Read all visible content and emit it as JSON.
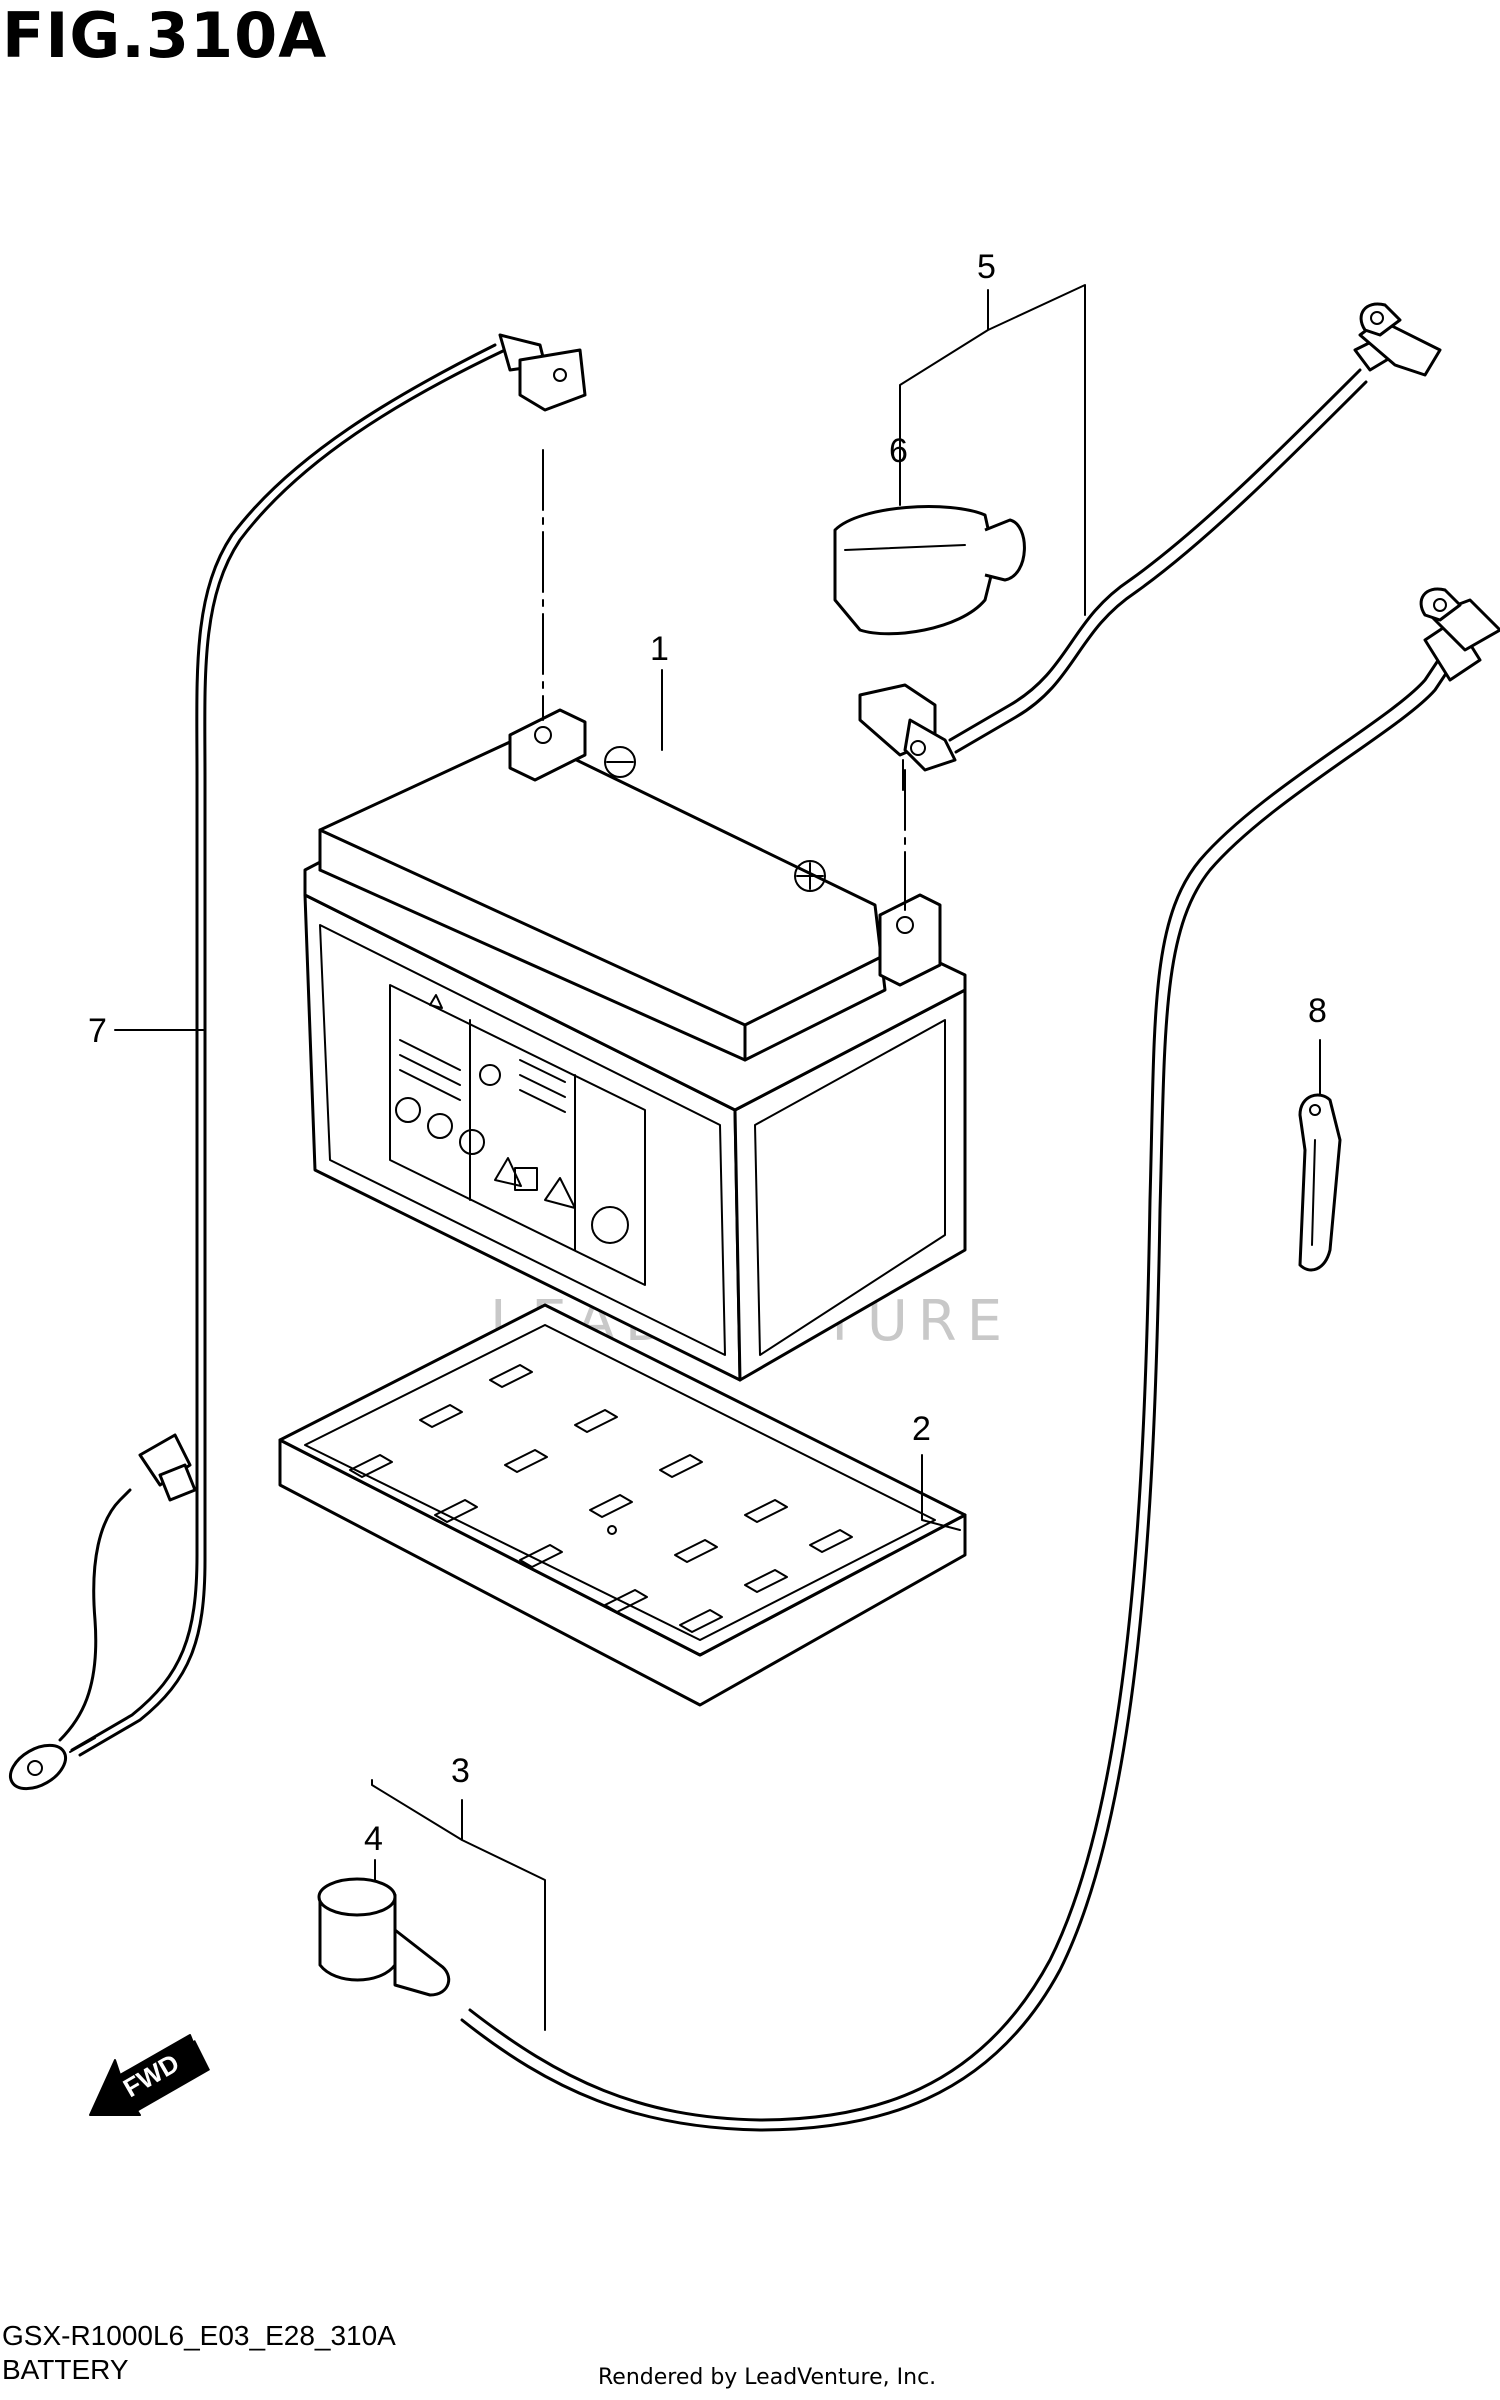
{
  "figure": {
    "title": "FIG.310A",
    "code": "GSX-R1000L6_E03_E28_310A",
    "section": "BATTERY",
    "rendered_by": "Rendered by LeadVenture, Inc.",
    "watermark": "LEADVENTURE"
  },
  "callouts": [
    {
      "num": "1"
    },
    {
      "num": "2"
    },
    {
      "num": "3"
    },
    {
      "num": "4"
    },
    {
      "num": "5"
    },
    {
      "num": "6"
    },
    {
      "num": "7"
    },
    {
      "num": "8"
    }
  ],
  "fwd_label": "FWD"
}
